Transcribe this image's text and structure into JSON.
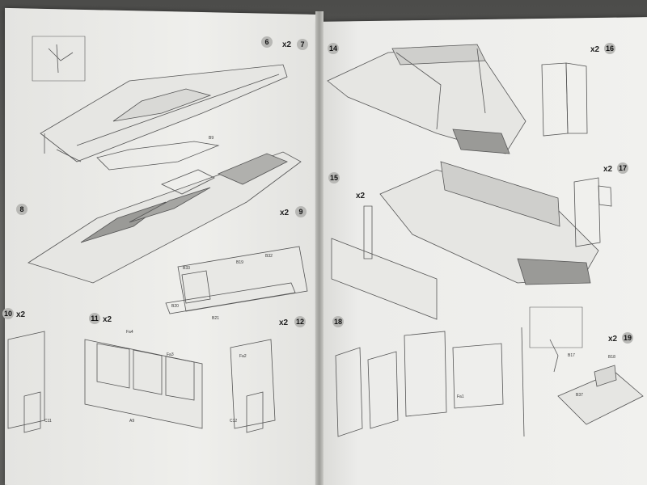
{
  "colors": {
    "paper": "#eeeeeb",
    "line": "#444444",
    "step_circle": "#b8b8b5",
    "background": "#5a5a58"
  },
  "steps": {
    "s6": "6",
    "s7": "7",
    "s8": "8",
    "s9": "9",
    "s10": "10",
    "s11": "11",
    "s12": "12",
    "s14": "14",
    "s15": "15",
    "s16": "16",
    "s17": "17",
    "s18": "18",
    "s19": "19"
  },
  "multipliers": {
    "m7": "x2",
    "m9": "x2",
    "m10": "x2",
    "m11": "x2",
    "m12": "x2",
    "m13": "x2",
    "m16": "x2",
    "m17": "x2",
    "m19": "x2"
  },
  "part_labels": {
    "b9": "B9",
    "b33": "B33",
    "b32": "B32",
    "b19": "B19",
    "b20": "B20",
    "b21": "B21",
    "fa1": "Fa1",
    "fa2": "Fa2",
    "fa3": "Fa3",
    "fa4": "Fa4",
    "a9": "A9",
    "c11": "C11",
    "c12": "C12",
    "b37": "B37",
    "b17": "B17",
    "b18": "B18"
  }
}
